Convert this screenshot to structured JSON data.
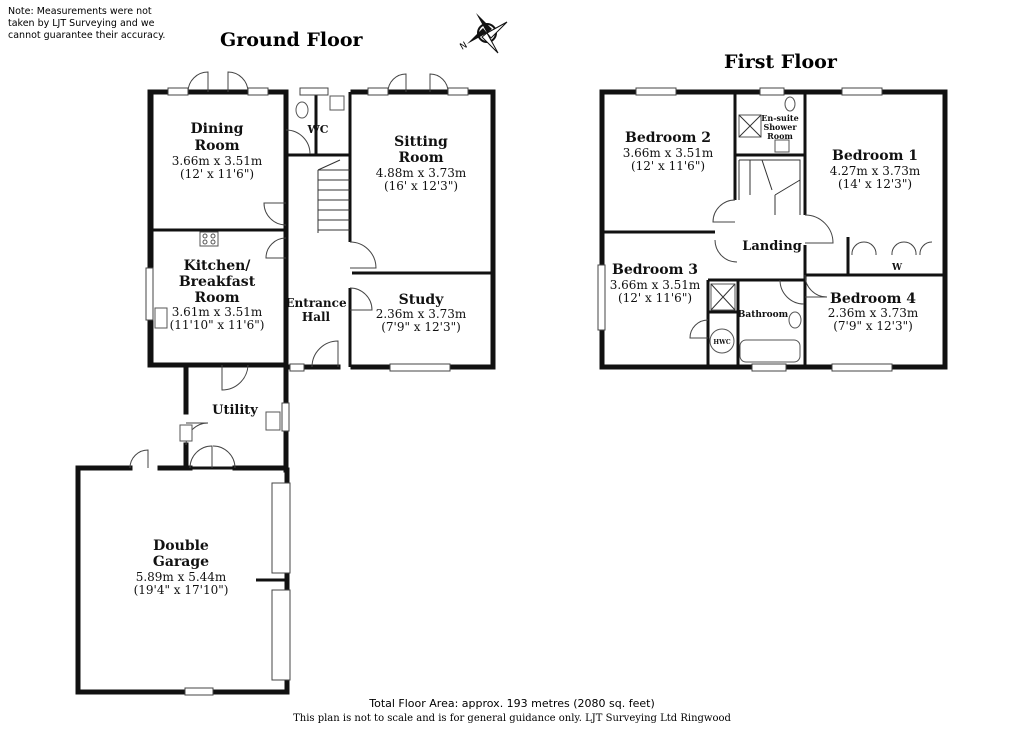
{
  "note": "Note: Measurements were not taken by LJT Surveying and we cannot guarantee their accuracy.",
  "ground_floor_title": "Ground Floor",
  "first_floor_title": "First Floor",
  "compass_label": "N",
  "rooms": {
    "dining": {
      "name1": "Dining",
      "name2": "Room",
      "metric": "3.66m x 3.51m",
      "imperial": "(12' x 11'6\")"
    },
    "wc": {
      "name1": "WC"
    },
    "sitting": {
      "name1": "Sitting",
      "name2": "Room",
      "metric": "4.88m x 3.73m",
      "imperial": "(16' x 12'3\")"
    },
    "kitchen": {
      "name1": "Kitchen/",
      "name2": "Breakfast",
      "name3": "Room",
      "metric": "3.61m x 3.51m",
      "imperial": "(11'10\" x 11'6\")"
    },
    "hall": {
      "name1": "Entrance",
      "name2": "Hall"
    },
    "study": {
      "name1": "Study",
      "metric": "2.36m x 3.73m",
      "imperial": "(7'9\" x 12'3\")"
    },
    "utility": {
      "name1": "Utility"
    },
    "garage": {
      "name1": "Double",
      "name2": "Garage",
      "metric": "5.89m x 5.44m",
      "imperial": "(19'4\" x 17'10\")"
    },
    "bedroom2": {
      "name1": "Bedroom 2",
      "metric": "3.66m x 3.51m",
      "imperial": "(12' x 11'6\")"
    },
    "ensuite": {
      "name1": "En-suite",
      "name2": "Shower",
      "name3": "Room"
    },
    "bedroom1": {
      "name1": "Bedroom 1",
      "metric": "4.27m x 3.73m",
      "imperial": "(14' x 12'3\")"
    },
    "landing": {
      "name1": "Landing"
    },
    "wardrobe": {
      "name1": "W"
    },
    "bedroom3": {
      "name1": "Bedroom 3",
      "metric": "3.66m x 3.51m",
      "imperial": "(12' x 11'6\")"
    },
    "bathroom": {
      "name1": "Bathroom"
    },
    "hwc": {
      "name1": "HWC"
    },
    "bedroom4": {
      "name1": "Bedroom 4",
      "metric": "2.36m x 3.73m",
      "imperial": "(7'9\" x 12'3\")"
    }
  },
  "footer": {
    "total": "Total Floor Area: approx. 193 metres (2080 sq. feet)",
    "disclaimer": "This plan is not to scale and is for general guidance only. LJT Surveying Ltd Ringwood"
  }
}
